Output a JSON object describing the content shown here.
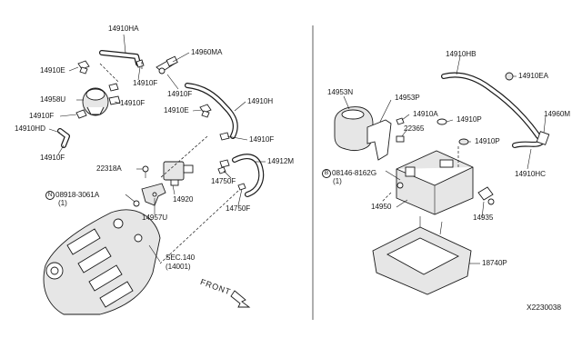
{
  "parts": {
    "p14910HA": "14910HA",
    "p14960MA": "14960MA",
    "p14910E_a": "14910E",
    "p14910F_a": "14910F",
    "p14958U": "14958U",
    "p14910F_b": "14910F",
    "p14910F_c": "14910F",
    "p14910F_d": "14910F",
    "p14910H": "14910H",
    "p14910HD": "14910HD",
    "p14910E_b": "14910E",
    "p14910F_e": "14910F",
    "p14910F_f": "14910F",
    "p14912M": "14912M",
    "p22318A": "22318A",
    "p14750F_a": "14750F",
    "p14920": "14920",
    "p14957U": "14957U",
    "p14750F_b": "14750F",
    "p14910HB": "14910HB",
    "p14910EA": "14910EA",
    "p14953N": "14953N",
    "p14953P": "14953P",
    "p14910A": "14910A",
    "p22365": "22365",
    "p14910P_a": "14910P",
    "p14960M": "14960M",
    "p14910P_b": "14910P",
    "p14910HC": "14910HC",
    "p14950": "14950",
    "p14935": "14935",
    "p18740P": "18740P"
  },
  "bolts": {
    "n_symbol": "N",
    "n_part": "08918-3061A",
    "n_qty": "(1)",
    "b_symbol": "B",
    "b_part": "08146-8162G",
    "b_qty": "(1)"
  },
  "section": {
    "ref": "SEC.140",
    "sub": "(14001)"
  },
  "front_label": "FRONT",
  "diagram_code": "X2230038"
}
